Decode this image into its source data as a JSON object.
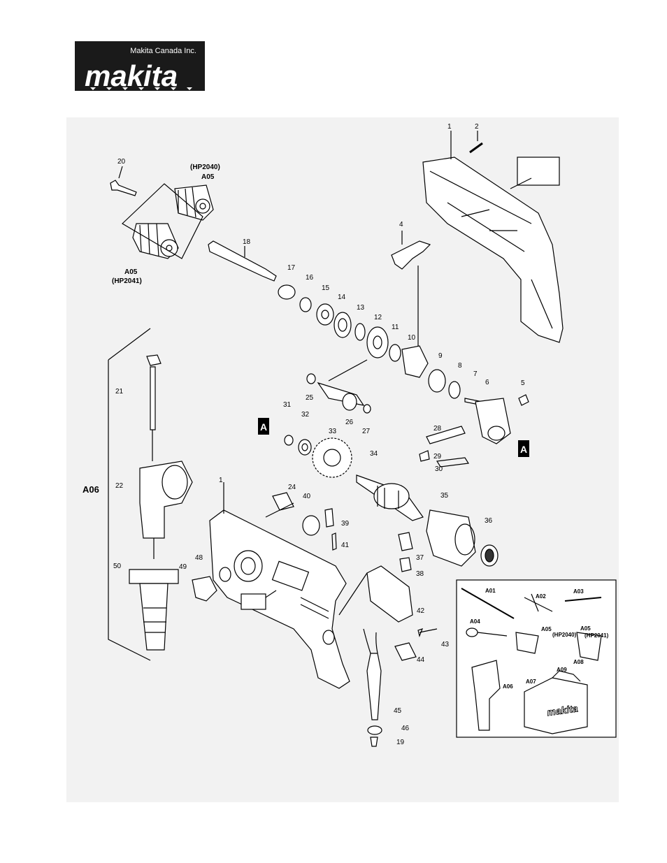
{
  "header": {
    "company": "Makita Canada Inc.",
    "brand": "makita"
  },
  "parts": {
    "p1": "1",
    "p2": "2",
    "p4": "4",
    "p5": "5",
    "p6": "6",
    "p7": "7",
    "p8": "8",
    "p9": "9",
    "p10": "10",
    "p11": "11",
    "p12": "12",
    "p13": "13",
    "p14": "14",
    "p15": "15",
    "p16": "16",
    "p17": "17",
    "p18": "18",
    "p19": "19",
    "p20": "20",
    "p21": "21",
    "p22": "22",
    "p24": "24",
    "p25": "25",
    "p26": "26",
    "p27": "27",
    "p28": "28",
    "p29": "29",
    "p30": "30",
    "p31": "31",
    "p32": "32",
    "p33": "33",
    "p34": "34",
    "p35": "35",
    "p36": "36",
    "p37": "37",
    "p38": "38",
    "p39": "39",
    "p40": "40",
    "p41": "41",
    "p42": "42",
    "p43": "43",
    "p44": "44",
    "p45": "45",
    "p46": "46",
    "p48": "48",
    "p49": "49",
    "p50": "50"
  },
  "models": {
    "hp2040": "(HP2040)",
    "hp2041": "(HP2041)",
    "a05": "A05"
  },
  "markers": {
    "a": "A",
    "a06": "A06"
  },
  "accessories": {
    "a01": "A01",
    "a02": "A02",
    "a03": "A03",
    "a04": "A04",
    "a05": "A05",
    "a05b": "A05",
    "a06": "A06",
    "a07": "A07",
    "a08": "A08",
    "a09": "A09",
    "hp2040": "(HP2040)",
    "hp2041": "(HP2041)",
    "case_logo": "makita"
  }
}
